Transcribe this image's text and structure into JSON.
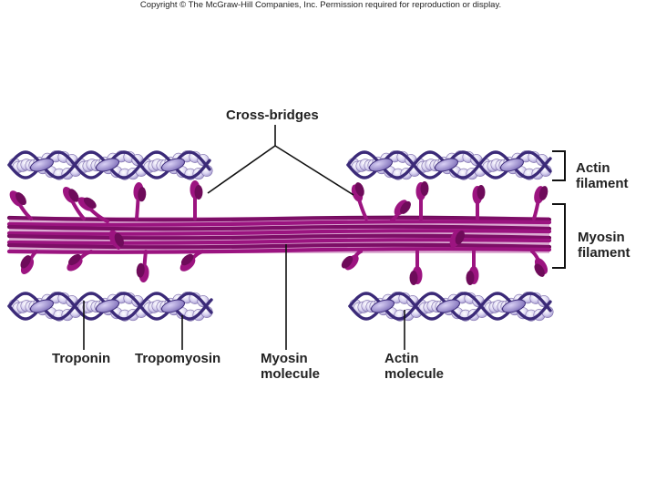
{
  "copyright": "Copyright © The McGraw-Hill Companies, Inc. Permission required for reproduction or display.",
  "labels": {
    "cross_bridges": "Cross-bridges",
    "actin_filament_line1": "Actin",
    "actin_filament_line2": "filament",
    "myosin_filament_line1": "Myosin",
    "myosin_filament_line2": "filament",
    "troponin": "Troponin",
    "tropomyosin": "Tropomyosin",
    "myosin_molecule_line1": "Myosin",
    "myosin_molecule_line2": "molecule",
    "actin_molecule_line1": "Actin",
    "actin_molecule_line2": "molecule"
  },
  "colors": {
    "myosin": "#9c1480",
    "myosin_dark": "#6e0b5a",
    "actin_bead": "#d9d4f0",
    "actin_bead_edge": "#7a6aa8",
    "tropomyosin": "#3b2a78",
    "troponin": "#9a8cc8"
  }
}
